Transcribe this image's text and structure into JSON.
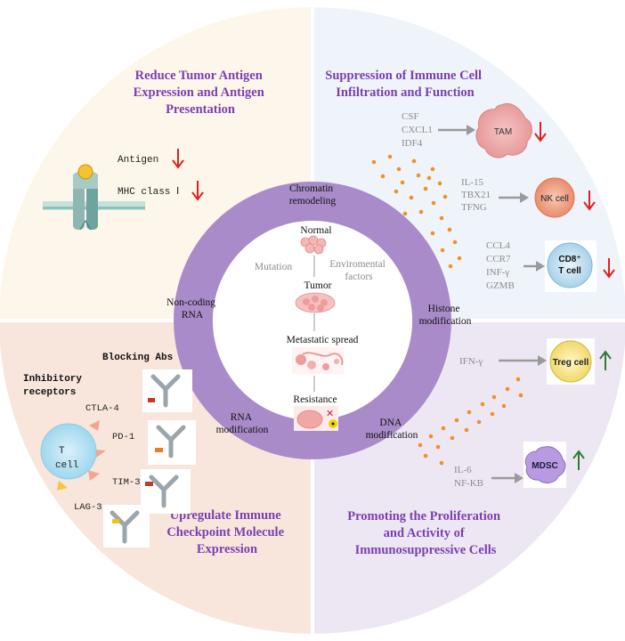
{
  "colors": {
    "q1_bg": "#fdf6ea",
    "q2_bg": "#eef4fa",
    "q3_bg": "#f8e6dc",
    "q4_bg": "#ede7f4",
    "ring": "#a88bc8",
    "title": "#7a3fb0",
    "grey_text": "#8c8c8c",
    "down_arrow": "#e02020",
    "up_arrow": "#2e7d32",
    "dot": "#f0902a"
  },
  "quadrants": {
    "reduce_title": [
      "Reduce Tumor Antigen",
      "Expression and Antigen",
      "Presentation"
    ],
    "suppress_title": [
      "Suppression of Immune Cell",
      "Infiltration and Function"
    ],
    "checkpoint_title": [
      "Upregulate Immune",
      "Checkpoint Molecule",
      "Expression"
    ],
    "proliferation_title": [
      "Promoting the Proliferation",
      "and Activity of",
      "Immunosuppressive Cells"
    ]
  },
  "antigen": {
    "antigen_label": "Antigen",
    "mhc_label": "MHC class Ⅰ"
  },
  "immune_cells": {
    "tam": {
      "factors": [
        "CSF",
        "CXCL1",
        "IDF4"
      ],
      "cell_label": "TAM",
      "direction": "down"
    },
    "nk": {
      "factors": [
        "IL-15",
        "TBX21",
        "TFNG"
      ],
      "cell_label": "NK cell",
      "direction": "down"
    },
    "cd8": {
      "factors": [
        "CCL4",
        "CCR7",
        "INF-γ",
        "GZMB"
      ],
      "cell_label_line1": "CD8⁺",
      "cell_label_line2": "T cell",
      "direction": "down"
    }
  },
  "suppressive_cells": {
    "treg": {
      "factors": [
        "IFN-γ"
      ],
      "cell_label": "Treg cell",
      "direction": "up"
    },
    "mdsc": {
      "factors": [
        "IL-6",
        "NF-KB"
      ],
      "cell_label": "MDSC",
      "direction": "up"
    }
  },
  "checkpoint": {
    "blocking_label": "Blocking Abs",
    "inhibitory_label": [
      "Inhibitory",
      "receptors"
    ],
    "tcell_label": [
      "T",
      "cell"
    ],
    "receptors": [
      "CTLA-4",
      "PD-1",
      "TIM-3",
      "LAG-3"
    ]
  },
  "ring": {
    "chromatin": [
      "Chromatin",
      "remodeling"
    ],
    "noncoding": [
      "Non-coding",
      "RNA"
    ],
    "histone": [
      "Histone",
      "modification"
    ],
    "rna": [
      "RNA",
      "modification"
    ],
    "dna": [
      "DNA",
      "modification"
    ]
  },
  "center": {
    "normal": "Normal",
    "tumor": "Tumor",
    "metastatic": "Metastatic spread",
    "resistance": "Resistance",
    "mutation": "Mutation",
    "environmental": [
      "Enviromental",
      "factors"
    ]
  }
}
